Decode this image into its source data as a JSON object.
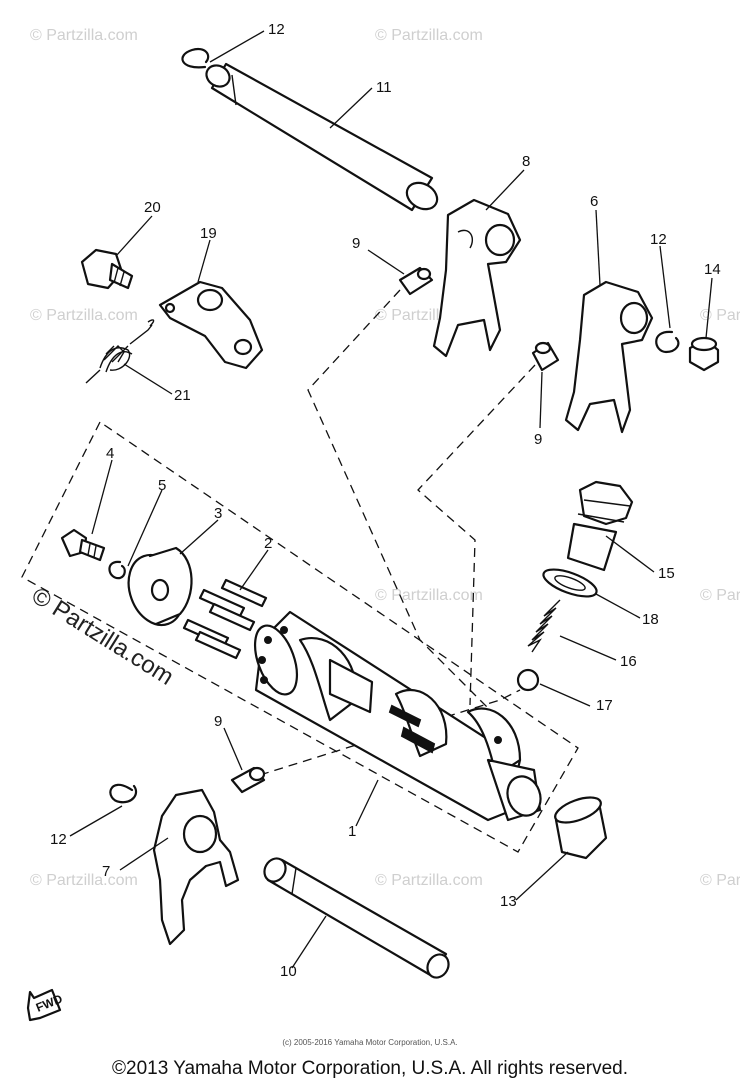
{
  "watermark": {
    "faint": "© Partzilla.com",
    "prominent": "© Partzilla.com"
  },
  "callouts": {
    "c1": "1",
    "c2": "2",
    "c3": "3",
    "c4": "4",
    "c5": "5",
    "c6": "6",
    "c7": "7",
    "c8": "8",
    "c9a": "9",
    "c9b": "9",
    "c9c": "9",
    "c10": "10",
    "c11": "11",
    "c12a": "12",
    "c12b": "12",
    "c12c": "12",
    "c13": "13",
    "c14": "14",
    "c15": "15",
    "c16": "16",
    "c17": "17",
    "c18": "18",
    "c19": "19",
    "c20": "20",
    "c21": "21"
  },
  "fwd_label": "FWD",
  "small_copyright": "(c) 2005-2016 Yamaha Motor Corporation, U.S.A.",
  "footer_copyright": "©2013 Yamaha Motor Corporation, U.S.A. All rights reserved."
}
